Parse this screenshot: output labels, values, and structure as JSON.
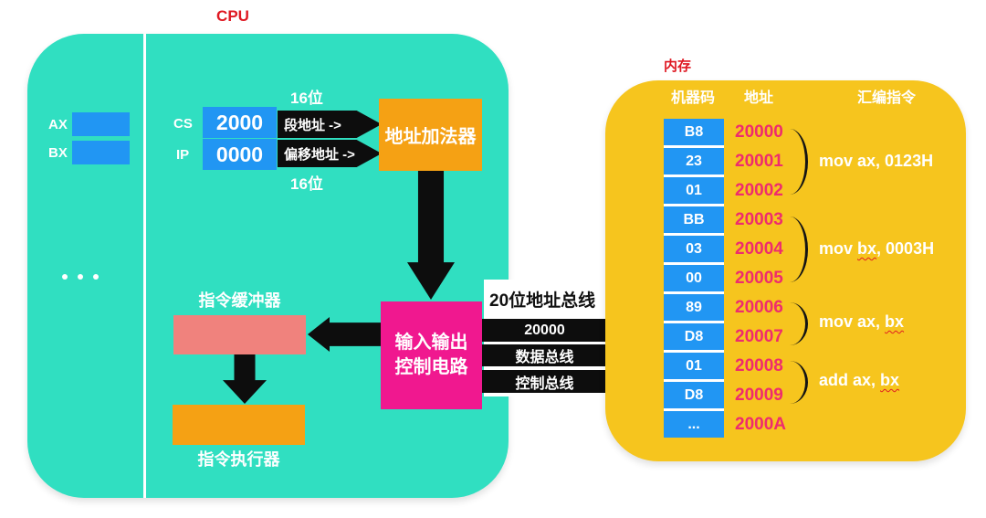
{
  "colors": {
    "cpu_teal": "#30DFC1",
    "register_blue": "#2196F3",
    "adder_orange": "#F5A114",
    "buffer_salmon": "#F0827D",
    "io_magenta": "#F0188F",
    "memory_yellow": "#F6C51E",
    "address_pink": "#EE2C6E",
    "title_red": "#DF1822",
    "bus_black": "#0D0D0D"
  },
  "cpu": {
    "title": "CPU",
    "general_registers": [
      {
        "label": "AX"
      },
      {
        "label": "BX"
      }
    ],
    "segment_rows": [
      {
        "label": "CS",
        "value": "2000",
        "arrow_label": "段地址 ->"
      },
      {
        "label": "IP",
        "value": "0000",
        "arrow_label": "偏移地址 ->"
      }
    ],
    "bit_width_top": "16位",
    "bit_width_bottom": "16位",
    "address_adder_label": "地址加法器",
    "instruction_buffer_label": "指令缓冲器",
    "instruction_executor_label": "指令执行器",
    "io_control_line1": "输入输出",
    "io_control_line2": "控制电路"
  },
  "bus": {
    "address_bus_title": "20位地址总线",
    "bars": [
      {
        "label": "20000"
      },
      {
        "label": "数据总线"
      },
      {
        "label": "控制总线"
      }
    ]
  },
  "memory": {
    "title": "内存",
    "headers": {
      "machine_code": "机器码",
      "address": "地址",
      "assembly": "汇编指令"
    },
    "rows": [
      {
        "code": "B8",
        "address": "20000"
      },
      {
        "code": "23",
        "address": "20001"
      },
      {
        "code": "01",
        "address": "20002"
      },
      {
        "code": "BB",
        "address": "20003"
      },
      {
        "code": "03",
        "address": "20004"
      },
      {
        "code": "00",
        "address": "20005"
      },
      {
        "code": "89",
        "address": "20006"
      },
      {
        "code": "D8",
        "address": "20007"
      },
      {
        "code": "01",
        "address": "20008"
      },
      {
        "code": "D8",
        "address": "20009"
      },
      {
        "code": "...",
        "address": "2000A"
      }
    ],
    "instructions": [
      {
        "before": "mov ax, 0123H",
        "misspelled": "",
        "after": ""
      },
      {
        "before": "mov ",
        "misspelled": "bx",
        "after": ", 0003H"
      },
      {
        "before": "mov ax, ",
        "misspelled": "bx",
        "after": ""
      },
      {
        "before": "add ax, ",
        "misspelled": "bx",
        "after": ""
      }
    ]
  }
}
